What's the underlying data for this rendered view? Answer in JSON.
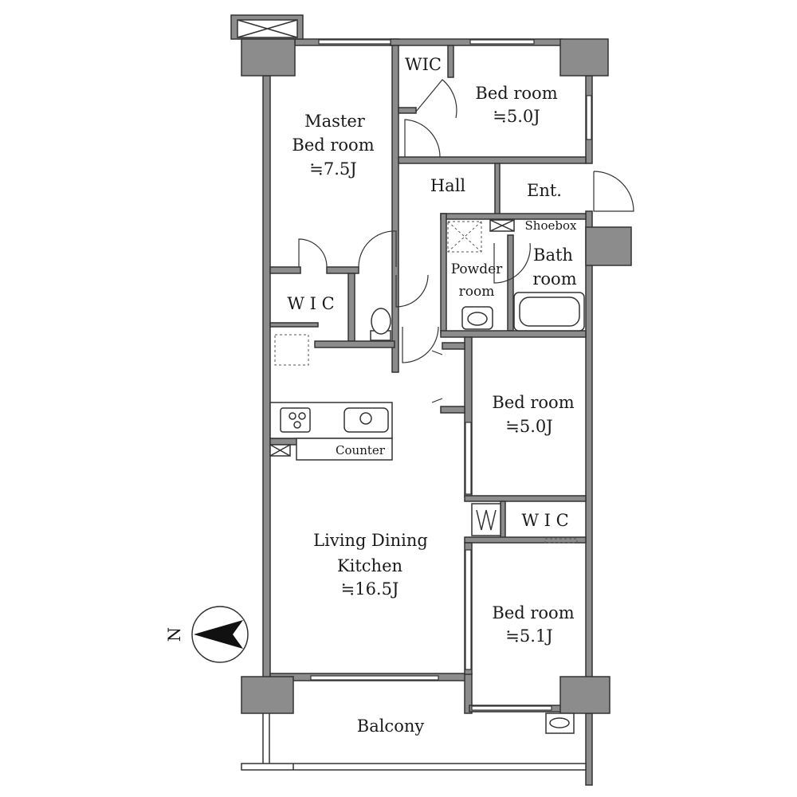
{
  "rooms": {
    "master_bedroom": {
      "line1": "Master",
      "line2": "Bed room",
      "size": "≒7.5J"
    },
    "wic_top": "WIC",
    "bedroom_top": {
      "label": "Bed room",
      "size": "≒5.0J"
    },
    "hall": "Hall",
    "entrance": "Ent.",
    "shoebox": "Shoebox",
    "powder_room": {
      "line1": "Powder",
      "line2": "room"
    },
    "bath_room": {
      "line1": "Bath",
      "line2": "room"
    },
    "wic_left": "W I C",
    "bedroom_middle": {
      "label": "Bed room",
      "size": "≒5.0J"
    },
    "counter": "Counter",
    "wic_right": "W I C",
    "ldk": {
      "line1": "Living Dining",
      "line2": "Kitchen",
      "size": "≒16.5J"
    },
    "bedroom_bottom": {
      "label": "Bed room",
      "size": "≒5.1J"
    },
    "balcony": "Balcony"
  },
  "compass": {
    "label": "N",
    "icon": "north-arrow-icon"
  },
  "colors": {
    "wall": "#8c8c8c",
    "line": "#333333",
    "background": "#ffffff"
  }
}
